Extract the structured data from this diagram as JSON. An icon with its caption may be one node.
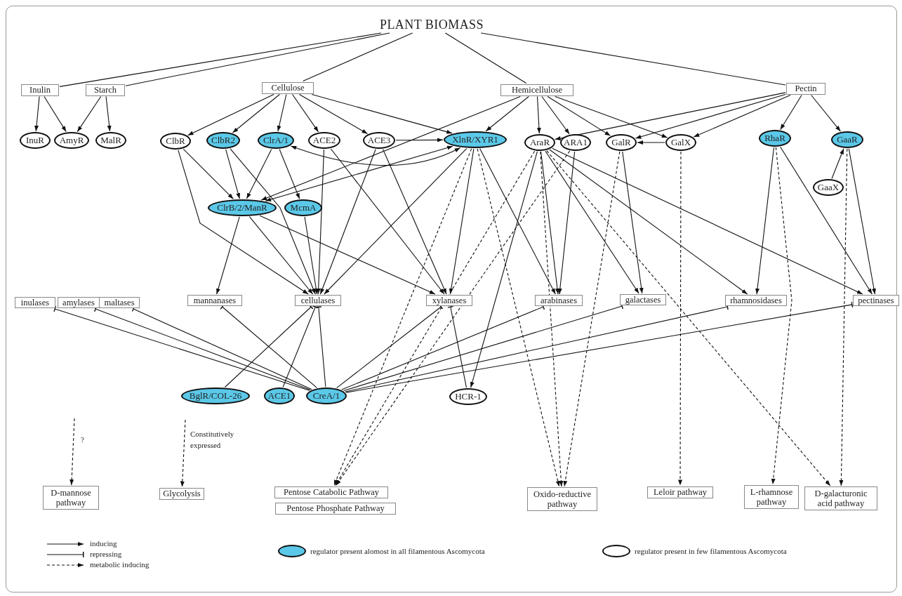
{
  "diagram": {
    "nodes": [
      {
        "text": [
          "PLANT BIOMASS"
        ]
      },
      {
        "text": [
          "Inulin"
        ]
      },
      {
        "text": [
          "Starch"
        ]
      },
      {
        "text": [
          "Cellulose"
        ]
      },
      {
        "text": [
          "Hemicellulose"
        ]
      },
      {
        "text": [
          "Pectin"
        ]
      },
      {
        "text": [
          "InuR"
        ]
      },
      {
        "text": [
          "AmyR"
        ]
      },
      {
        "text": [
          "MalR"
        ]
      },
      {
        "text": [
          "ClbR"
        ]
      },
      {
        "text": [
          "ClbR2"
        ]
      },
      {
        "text": [
          "ClrA/1"
        ]
      },
      {
        "text": [
          "ACE2"
        ]
      },
      {
        "text": [
          "ACE3"
        ]
      },
      {
        "text": [
          "XlnR/XYR1"
        ]
      },
      {
        "text": [
          "AraR"
        ]
      },
      {
        "text": [
          "ARA1"
        ]
      },
      {
        "text": [
          "GalR"
        ]
      },
      {
        "text": [
          "GalX"
        ]
      },
      {
        "text": [
          "RhaR"
        ]
      },
      {
        "text": [
          "GaaR"
        ]
      },
      {
        "text": [
          "GaaX"
        ]
      },
      {
        "text": [
          "ClrB/2/ManR"
        ]
      },
      {
        "text": [
          "McmA"
        ]
      },
      {
        "text": [
          "inulases"
        ]
      },
      {
        "text": [
          "amylases"
        ]
      },
      {
        "text": [
          "maltases"
        ]
      },
      {
        "text": [
          "mannanases"
        ]
      },
      {
        "text": [
          "cellulases"
        ]
      },
      {
        "text": [
          "xylanases"
        ]
      },
      {
        "text": [
          "arabinases"
        ]
      },
      {
        "text": [
          "galactases"
        ]
      },
      {
        "text": [
          "rhamnosidases"
        ]
      },
      {
        "text": [
          "pectinases"
        ]
      },
      {
        "text": [
          "BglR/COL-26"
        ]
      },
      {
        "text": [
          "ACE1"
        ]
      },
      {
        "text": [
          "CreA/1"
        ]
      },
      {
        "text": [
          "HCR-1"
        ]
      },
      {
        "text": [
          "D-mannose pathway"
        ]
      },
      {
        "text": [
          "Glycolysis"
        ]
      },
      {
        "text": [
          "Pentose Catabolic Pathway"
        ]
      },
      {
        "text": [
          "Pentose Phosphate Pathway"
        ]
      },
      {
        "text": [
          "Oxido-reductive pathway"
        ]
      },
      {
        "text": [
          "Leloir pathway"
        ]
      },
      {
        "text": [
          "L-rhamnose pathway"
        ]
      },
      {
        "text": [
          "D-galacturonic acid pathway"
        ]
      }
    ],
    "edges": [
      {
        "from": 0,
        "to": 1,
        "arrow": "none"
      },
      {
        "from": 0,
        "to": 2,
        "arrow": "none"
      },
      {
        "from": 0,
        "to": 3,
        "arrow": "none"
      },
      {
        "from": 0,
        "to": 4,
        "arrow": "none"
      },
      {
        "from": 0,
        "to": 5,
        "arrow": "none"
      },
      {
        "from": 1,
        "to": 6,
        "arrow": "to"
      },
      {
        "from": 1,
        "to": 7,
        "arrow": "to"
      },
      {
        "from": 2,
        "to": 7,
        "arrow": "to"
      },
      {
        "from": 2,
        "to": 8,
        "arrow": "to"
      },
      {
        "from": 3,
        "to": 9,
        "arrow": "to"
      },
      {
        "from": 3,
        "to": 10,
        "arrow": "to"
      },
      {
        "from": 3,
        "to": 11,
        "arrow": "to"
      },
      {
        "from": 3,
        "to": 12,
        "arrow": "to"
      },
      {
        "from": 3,
        "to": 13,
        "arrow": "to"
      },
      {
        "from": 3,
        "to": 14,
        "arrow": "to"
      },
      {
        "from": 4,
        "to": 22,
        "arrow": "to"
      },
      {
        "from": 4,
        "to": 14,
        "arrow": "to"
      },
      {
        "from": 4,
        "to": 15,
        "arrow": "to"
      },
      {
        "from": 4,
        "to": 16,
        "arrow": "to"
      },
      {
        "from": 4,
        "to": 17,
        "arrow": "to"
      },
      {
        "from": 4,
        "to": 18,
        "arrow": "to"
      },
      {
        "from": 5,
        "to": 15,
        "arrow": "to"
      },
      {
        "from": 5,
        "to": 17,
        "arrow": "to"
      },
      {
        "from": 5,
        "to": 18,
        "arrow": "to"
      },
      {
        "from": 5,
        "to": 19,
        "arrow": "to"
      },
      {
        "from": 5,
        "to": 20,
        "arrow": "to"
      },
      {
        "from": 13,
        "to": 14,
        "arrow": "to"
      },
      {
        "from": 11,
        "to": 14,
        "arrow": "both"
      },
      {
        "from": 14,
        "to": 22,
        "arrow": "both"
      },
      {
        "from": 9,
        "to": 22,
        "arrow": "to"
      },
      {
        "from": 9,
        "to": 28,
        "arrow": "to"
      },
      {
        "from": 10,
        "to": 22,
        "arrow": "to"
      },
      {
        "from": 10,
        "to": 28,
        "arrow": "to"
      },
      {
        "from": 11,
        "to": 22,
        "arrow": "to"
      },
      {
        "from": 11,
        "to": 23,
        "arrow": "to"
      },
      {
        "from": 22,
        "to": 27,
        "arrow": "to"
      },
      {
        "from": 22,
        "to": 28,
        "arrow": "to"
      },
      {
        "from": 22,
        "to": 29,
        "arrow": "to"
      },
      {
        "from": 23,
        "to": 28,
        "arrow": "to"
      },
      {
        "from": 12,
        "to": 28,
        "arrow": "to"
      },
      {
        "from": 12,
        "to": 29,
        "arrow": "to"
      },
      {
        "from": 13,
        "to": 28,
        "arrow": "to"
      },
      {
        "from": 13,
        "to": 29,
        "arrow": "to"
      },
      {
        "from": 14,
        "to": 28,
        "arrow": "to"
      },
      {
        "from": 14,
        "to": 29,
        "arrow": "to"
      },
      {
        "from": 14,
        "to": 30,
        "arrow": "to"
      },
      {
        "from": 14,
        "to": 40,
        "arrow": "to",
        "style": "dashed"
      },
      {
        "from": 14,
        "to": 42,
        "arrow": "to",
        "style": "dashed"
      },
      {
        "from": 15,
        "to": 37,
        "arrow": "to"
      },
      {
        "from": 15,
        "to": 30,
        "arrow": "to"
      },
      {
        "from": 15,
        "to": 31,
        "arrow": "to"
      },
      {
        "from": 15,
        "to": 32,
        "arrow": "to"
      },
      {
        "from": 15,
        "to": 33,
        "arrow": "to"
      },
      {
        "from": 15,
        "to": 40,
        "arrow": "to",
        "style": "dashed"
      },
      {
        "from": 15,
        "to": 42,
        "arrow": "to",
        "style": "dashed"
      },
      {
        "from": 15,
        "to": 45,
        "arrow": "to",
        "style": "dashed"
      },
      {
        "from": 16,
        "to": 30,
        "arrow": "to"
      },
      {
        "from": 16,
        "to": 40,
        "arrow": "to",
        "style": "dashed"
      },
      {
        "from": 18,
        "to": 17,
        "arrow": "to"
      },
      {
        "from": 17,
        "to": 31,
        "arrow": "to"
      },
      {
        "from": 17,
        "to": 42,
        "arrow": "to",
        "style": "dashed"
      },
      {
        "from": 18,
        "to": 43,
        "arrow": "to",
        "style": "dashed"
      },
      {
        "from": 19,
        "to": 32,
        "arrow": "to"
      },
      {
        "from": 19,
        "to": 33,
        "arrow": "to"
      },
      {
        "from": 19,
        "to": 44,
        "arrow": "to",
        "style": "dashed"
      },
      {
        "from": 20,
        "to": 33,
        "arrow": "to"
      },
      {
        "from": 20,
        "to": 45,
        "arrow": "to",
        "style": "dashed"
      },
      {
        "from": 21,
        "to": 20,
        "arrow": "to"
      },
      {
        "from": 36,
        "to": 24,
        "arrow": "other"
      },
      {
        "from": 36,
        "to": 25,
        "arrow": "other"
      },
      {
        "from": 36,
        "to": 26,
        "arrow": "other"
      },
      {
        "from": 36,
        "to": 27,
        "arrow": "other"
      },
      {
        "from": 36,
        "to": 28,
        "arrow": "other"
      },
      {
        "from": 36,
        "to": 29,
        "arrow": "other"
      },
      {
        "from": 36,
        "to": 30,
        "arrow": "other"
      },
      {
        "from": 36,
        "to": 31,
        "arrow": "other"
      },
      {
        "from": 36,
        "to": 32,
        "arrow": "other"
      },
      {
        "from": 36,
        "to": 33,
        "arrow": "other"
      },
      {
        "from": 34,
        "to": 28,
        "arrow": "other"
      },
      {
        "from": 35,
        "to": 28,
        "arrow": "other"
      },
      {
        "from": 37,
        "to": 29,
        "arrow": "other"
      },
      {
        "from": null,
        "to": 38,
        "arrow": "to",
        "style": "dashed",
        "label": "?"
      },
      {
        "from": null,
        "to": 39,
        "arrow": "to",
        "style": "dashed",
        "label": "Constitutively expressed"
      }
    ],
    "legend": [
      {
        "text": "inducing"
      },
      {
        "text": "repressing"
      },
      {
        "text": "metabolic inducing"
      },
      {
        "text": "regulator present alomost in all filamentous Ascomycota",
        "color": "#5bc8e8"
      },
      {
        "text": "regulator present in few filamentous Ascomycota",
        "color": "#ffffff"
      }
    ]
  }
}
